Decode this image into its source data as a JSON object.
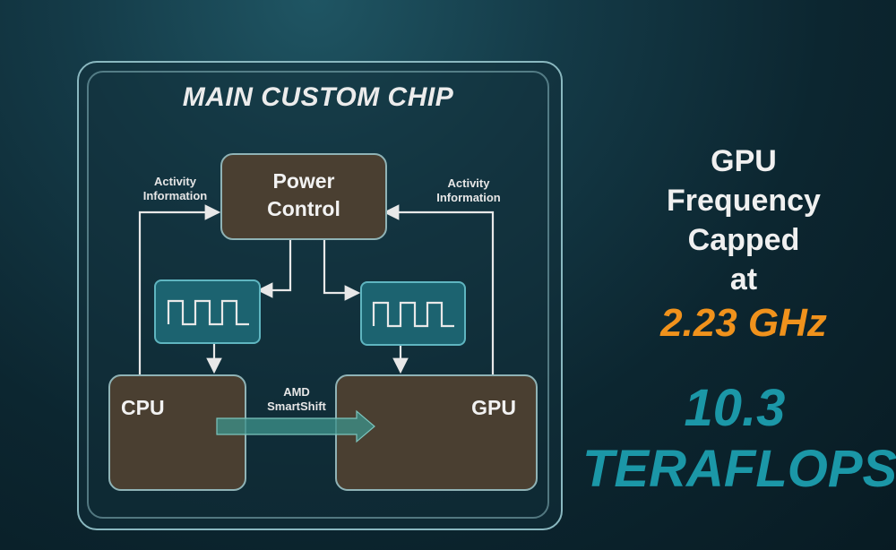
{
  "chip": {
    "title": "MAIN CUSTOM CHIP",
    "power_control": "Power\nControl",
    "cpu": "CPU",
    "gpu": "GPU",
    "activity_left": "Activity\nInformation",
    "activity_right": "Activity\nInformation",
    "smartshift": "AMD\nSmartShift"
  },
  "side": {
    "headline": "GPU\nFrequency\nCapped\nat",
    "frequency": "2.23 GHz",
    "teraflops_value": "10.3",
    "teraflops_label": "TERAFLOPS"
  },
  "colors": {
    "frequency": "#f0921c",
    "teraflops": "#1b97a7",
    "block_fill": "#4a3f31",
    "clock_fill": "#1c6370"
  },
  "icons": {
    "clock_waveform": "square-wave-icon"
  }
}
